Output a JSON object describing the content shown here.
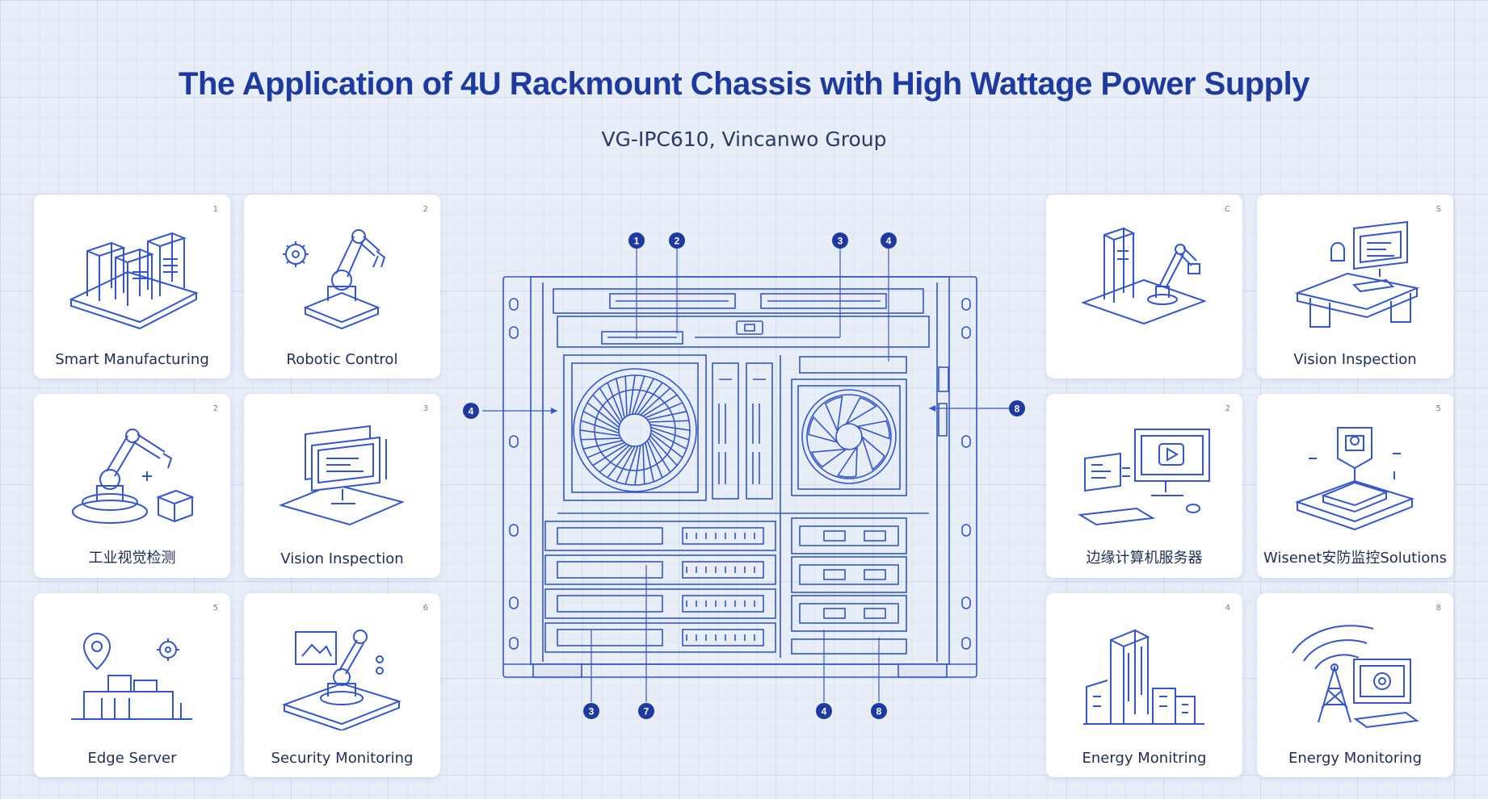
{
  "header": {
    "title": "The Application of 4U Rackmount Chassis with High Wattage Power Supply",
    "subtitle": "VG-IPC610, Vincanwo Group"
  },
  "colors": {
    "accent": "#1e3a9e",
    "line": "#3556c8",
    "card": "#ffffff"
  },
  "cards": [
    {
      "label": "Smart Manufacturing",
      "number": "1",
      "icon": "factory-machines-icon"
    },
    {
      "label": "Robotic Control",
      "number": "2",
      "icon": "robotic-arm-gear-icon"
    },
    {
      "label": "工业视觉检测",
      "number": "2",
      "icon": "robot-arm-cube-icon"
    },
    {
      "label": "Vision Inspection",
      "number": "3",
      "icon": "monitor-stack-icon"
    },
    {
      "label": "Edge Server",
      "number": "5",
      "icon": "location-desk-icon"
    },
    {
      "label": "Security Monitoring",
      "number": "6",
      "icon": "camera-arm-icon"
    },
    {
      "label": "",
      "number": "C",
      "icon": "server-robot-arm-icon"
    },
    {
      "label": "Vision Inspection",
      "number": "S",
      "icon": "desk-computer-icon"
    },
    {
      "label": "边缘计算机服务器",
      "number": "2",
      "icon": "video-workstation-icon"
    },
    {
      "label": "Wisenet安防监控Solutions",
      "number": "5",
      "icon": "device-pedestal-icon"
    },
    {
      "label": "Energy Monitring",
      "number": "4",
      "icon": "buildings-icon"
    },
    {
      "label": "Energy Monitoring",
      "number": "8",
      "icon": "signal-tower-icon"
    }
  ],
  "callouts": {
    "top": [
      "1",
      "2",
      "3",
      "4"
    ],
    "left": "4",
    "right": "8",
    "bottom": [
      "3",
      "7",
      "4",
      "8"
    ]
  }
}
